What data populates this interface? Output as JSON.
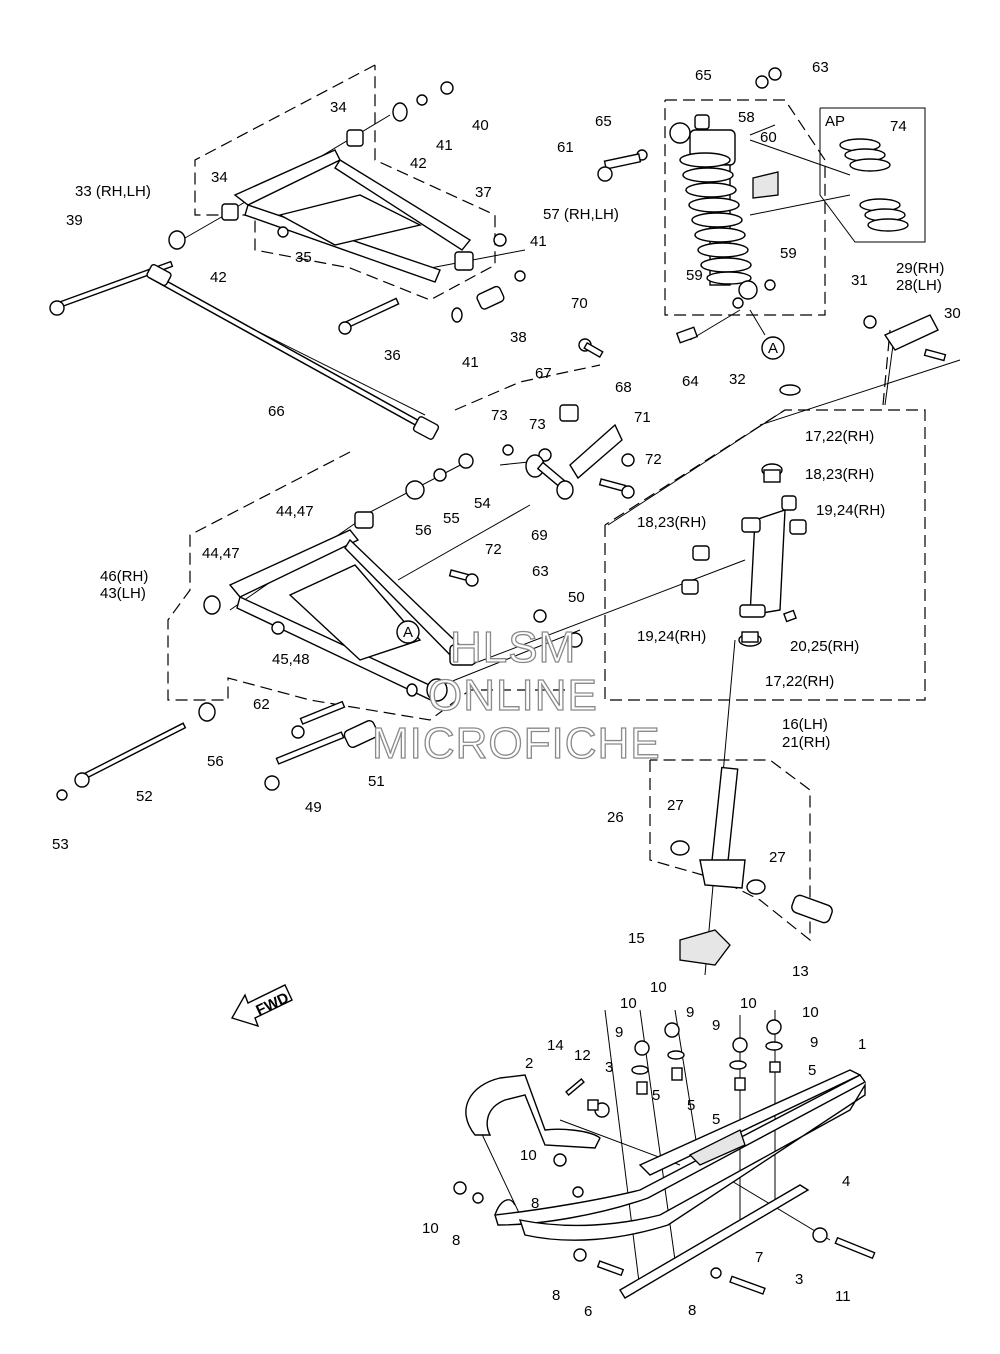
{
  "diagram": {
    "callouts": [
      {
        "text": "63"
      },
      {
        "text": "65"
      },
      {
        "text": "58"
      },
      {
        "text": "65"
      },
      {
        "text": "61"
      },
      {
        "text": "60"
      },
      {
        "text": "AP"
      },
      {
        "text": "74"
      },
      {
        "text": "57 (RH,LH)"
      },
      {
        "text": "59"
      },
      {
        "text": "59"
      },
      {
        "text": "A"
      },
      {
        "text": "64"
      },
      {
        "text": "31"
      },
      {
        "text": "29(RH)"
      },
      {
        "text": "28(LH)"
      },
      {
        "text": "30"
      },
      {
        "text": "32"
      },
      {
        "text": "17,22(RH)"
      },
      {
        "text": "18,23(RH)"
      },
      {
        "text": "19,24(RH)"
      },
      {
        "text": "18,23(RH)"
      },
      {
        "text": "19,24(RH)"
      },
      {
        "text": "20,25(RH)"
      },
      {
        "text": "17,22(RH)"
      },
      {
        "text": "16(LH)"
      },
      {
        "text": "21(RH)"
      },
      {
        "text": "34"
      },
      {
        "text": "40"
      },
      {
        "text": "41"
      },
      {
        "text": "42"
      },
      {
        "text": "34"
      },
      {
        "text": "33 (RH,LH)"
      },
      {
        "text": "37"
      },
      {
        "text": "39"
      },
      {
        "text": "42"
      },
      {
        "text": "35"
      },
      {
        "text": "41"
      },
      {
        "text": "38"
      },
      {
        "text": "36"
      },
      {
        "text": "41"
      },
      {
        "text": "66"
      },
      {
        "text": "70"
      },
      {
        "text": "67"
      },
      {
        "text": "68"
      },
      {
        "text": "73"
      },
      {
        "text": "73"
      },
      {
        "text": "71"
      },
      {
        "text": "72"
      },
      {
        "text": "54"
      },
      {
        "text": "55"
      },
      {
        "text": "56"
      },
      {
        "text": "44,47"
      },
      {
        "text": "69"
      },
      {
        "text": "72"
      },
      {
        "text": "44,47"
      },
      {
        "text": "46(RH)"
      },
      {
        "text": "43(LH)"
      },
      {
        "text": "63"
      },
      {
        "text": "50"
      },
      {
        "text": "45,48"
      },
      {
        "text": "A"
      },
      {
        "text": "62"
      },
      {
        "text": "56"
      },
      {
        "text": "51"
      },
      {
        "text": "52"
      },
      {
        "text": "49"
      },
      {
        "text": "53"
      },
      {
        "text": "26"
      },
      {
        "text": "27"
      },
      {
        "text": "27"
      },
      {
        "text": "15"
      },
      {
        "text": "13"
      },
      {
        "text": "10"
      },
      {
        "text": "10"
      },
      {
        "text": "10"
      },
      {
        "text": "10"
      },
      {
        "text": "9"
      },
      {
        "text": "9"
      },
      {
        "text": "9"
      },
      {
        "text": "9"
      },
      {
        "text": "14"
      },
      {
        "text": "12"
      },
      {
        "text": "2"
      },
      {
        "text": "3"
      },
      {
        "text": "5"
      },
      {
        "text": "5"
      },
      {
        "text": "5"
      },
      {
        "text": "5"
      },
      {
        "text": "1"
      },
      {
        "text": "10"
      },
      {
        "text": "8"
      },
      {
        "text": "4"
      },
      {
        "text": "10"
      },
      {
        "text": "8"
      },
      {
        "text": "8"
      },
      {
        "text": "6"
      },
      {
        "text": "8"
      },
      {
        "text": "7"
      },
      {
        "text": "3"
      },
      {
        "text": "11"
      }
    ],
    "fwd_label": "FWD",
    "watermark": [
      "HLSM",
      "ONLINE",
      "MICROFICHE"
    ]
  }
}
